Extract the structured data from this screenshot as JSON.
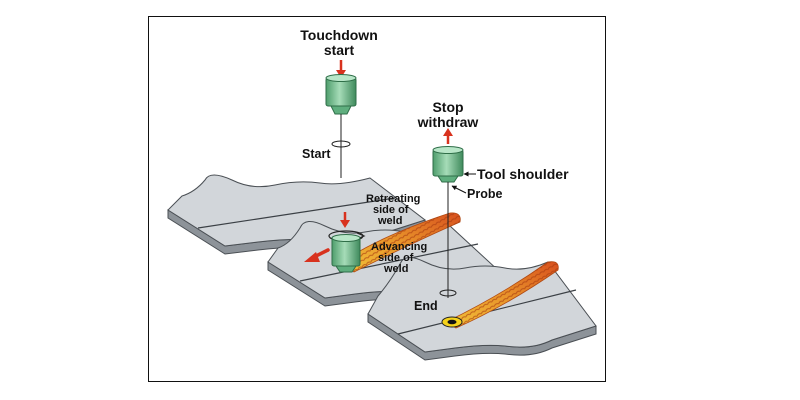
{
  "labels": {
    "touchdown_line1": "Touchdown",
    "touchdown_line2": "start",
    "start": "Start",
    "stop_line1": "Stop",
    "stop_line2": "withdraw",
    "tool_shoulder": "Tool shoulder",
    "probe": "Probe",
    "retreating_line1": "Retreating",
    "retreating_line2": "side of",
    "retreating_line3": "weld",
    "advancing_line1": "Advancing",
    "advancing_line2": "side of",
    "advancing_line3": "weld",
    "end": "End"
  },
  "colors": {
    "plate_top": "#d2d6da",
    "plate_side": "#8d9399",
    "tool_green": "#7fc79a",
    "tool_dark": "#3f8a5c",
    "arrow_red": "#d8321e",
    "weld_orange": "#e2761c",
    "weld_yellow": "#f2c43a",
    "keyhole_yellow": "#f5d21a"
  },
  "icons": {
    "tool": "cylindrical-tool-icon",
    "rotation": "rotation-arrow-icon",
    "direction": "travel-direction-arrow-icon"
  }
}
